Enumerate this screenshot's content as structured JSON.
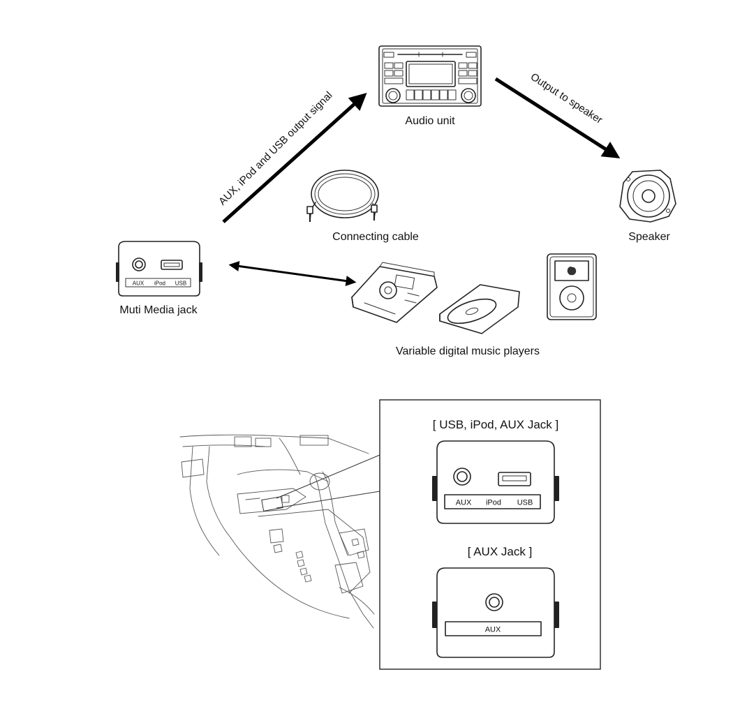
{
  "diagram": {
    "labels": {
      "audio_unit": "Audio unit",
      "speaker": "Speaker",
      "connecting_cable": "Connecting cable",
      "multimedia_jack": "Muti Media jack",
      "music_players": "Variable digital music players"
    },
    "arrows": {
      "input_signal": "AUX, iPod and USB output signal",
      "output": "Output to speaker"
    },
    "jack_ports": {
      "aux": "AUX",
      "ipod": "iPod",
      "usb": "USB"
    }
  },
  "detail": {
    "usb_jack_title": "[ USB, iPod, AUX Jack ]",
    "aux_jack_title": "[ AUX Jack ]",
    "usb_jack_ports": {
      "aux": "AUX",
      "ipod": "iPod",
      "usb": "USB"
    },
    "aux_jack_port": "AUX"
  }
}
